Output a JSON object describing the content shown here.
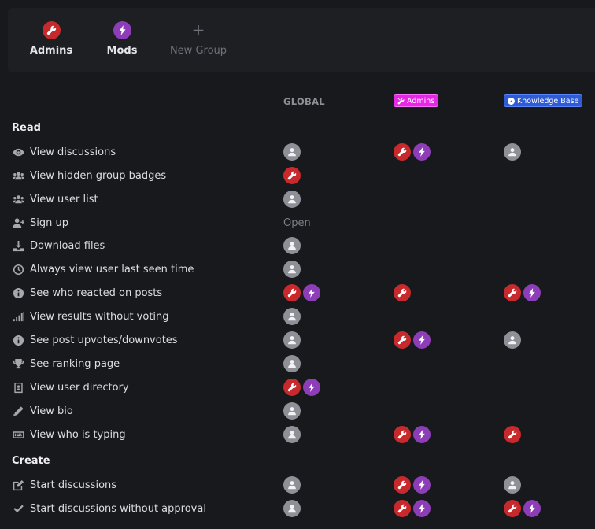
{
  "groups_bar": {
    "items": [
      {
        "label": "Admins",
        "icon": "wrench-icon",
        "color": "#c7292c"
      },
      {
        "label": "Mods",
        "icon": "bolt-icon",
        "color": "#8e3db8"
      }
    ],
    "new_group_label": "New Group",
    "new_group_icon": "+"
  },
  "columns": {
    "global": "GLOBAL",
    "admins_tag": "Admins",
    "admins_tag_color": "#e627e6",
    "kb_tag": "Knowledge Base",
    "kb_tag_color": "#2f5bd4"
  },
  "sections": {
    "read": "Read",
    "create": "Create"
  },
  "permissions": [
    {
      "label": "View discussions",
      "icon": "eye-icon",
      "cells": [
        [
          "member"
        ],
        [
          "admin",
          "mod"
        ],
        [
          "member"
        ]
      ]
    },
    {
      "label": "View hidden group badges",
      "icon": "users-icon",
      "cells": [
        [
          "admin"
        ],
        [],
        []
      ]
    },
    {
      "label": "View user list",
      "icon": "users-icon",
      "cells": [
        [
          "member"
        ],
        [],
        []
      ]
    },
    {
      "label": "Sign up",
      "icon": "user-plus-icon",
      "cells": [
        "Open",
        [],
        []
      ]
    },
    {
      "label": "Download files",
      "icon": "download-icon",
      "cells": [
        [
          "member"
        ],
        [],
        []
      ]
    },
    {
      "label": "Always view user last seen time",
      "icon": "clock-icon",
      "cells": [
        [
          "member"
        ],
        [],
        []
      ]
    },
    {
      "label": "See who reacted on posts",
      "icon": "info-icon",
      "cells": [
        [
          "admin",
          "mod"
        ],
        [
          "admin"
        ],
        [
          "admin",
          "mod"
        ]
      ]
    },
    {
      "label": "View results without voting",
      "icon": "signal-icon",
      "cells": [
        [
          "member"
        ],
        [],
        []
      ]
    },
    {
      "label": "See post upvotes/downvotes",
      "icon": "info-icon",
      "cells": [
        [
          "member"
        ],
        [
          "admin",
          "mod"
        ],
        [
          "member"
        ]
      ]
    },
    {
      "label": "See ranking page",
      "icon": "trophy-icon",
      "cells": [
        [
          "member"
        ],
        [],
        []
      ]
    },
    {
      "label": "View user directory",
      "icon": "contact-book-icon",
      "cells": [
        [
          "admin",
          "mod"
        ],
        [],
        []
      ]
    },
    {
      "label": "View bio",
      "icon": "pencil-icon",
      "cells": [
        [
          "member"
        ],
        [],
        []
      ]
    },
    {
      "label": "View who is typing",
      "icon": "keyboard-icon",
      "cells": [
        [
          "member"
        ],
        [
          "admin",
          "mod"
        ],
        [
          "admin"
        ]
      ]
    },
    {
      "label": "Start discussions",
      "icon": "edit-icon",
      "cells": [
        [
          "member"
        ],
        [
          "admin",
          "mod"
        ],
        [
          "member"
        ]
      ]
    },
    {
      "label": "Start discussions without approval",
      "icon": "check-icon",
      "cells": [
        [
          "member"
        ],
        [
          "admin",
          "mod"
        ],
        [
          "admin",
          "mod"
        ]
      ]
    }
  ]
}
